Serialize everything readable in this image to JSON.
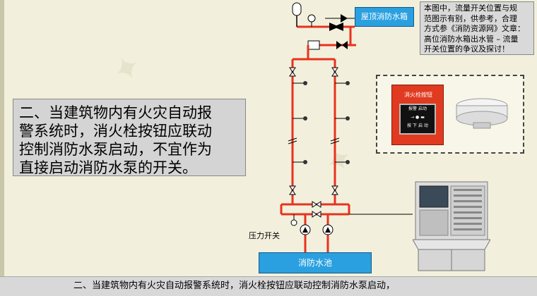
{
  "main_text": {
    "line1": "二、当建筑物内有火灾自动报",
    "line2": "警系统时，消火栓按钮应联动",
    "line3": "控制消防水泵启动，不宜作为",
    "line4": "直接启动消防水泵的开关。"
  },
  "note": {
    "line1": "本图中，流量开关位置与规",
    "line2": "范图示有别，供参考，合理",
    "line3": "方式参《消防资源网》文章：",
    "line4": "高位消防水箱出水管 – 流量",
    "line5": "开关位置的争议及探讨！"
  },
  "labels": {
    "roof_tank": "屋顶消防水箱",
    "fire_pool": "消防水池",
    "pressure_switch": "压力开关",
    "button_title": "消火栓按钮",
    "button_face_top": "报警 启动",
    "button_face_bottom": "按 下 启 动"
  },
  "bottom_caption": "二、当建筑物内有火灾自动报警系统时，消火栓按钮应联动控制消防水泵启动，",
  "colors": {
    "pipe": "#e8321e",
    "water": "#2aa0e0",
    "button_red": "#e03a20"
  }
}
